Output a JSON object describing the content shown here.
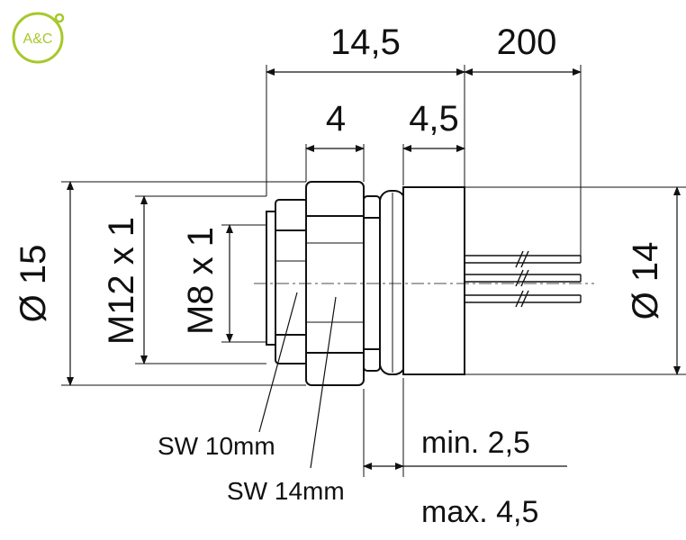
{
  "logo": {
    "text": "A&C",
    "color": "#a7c82c"
  },
  "dimensions": {
    "overall_length": "14,5",
    "cable_length": "200",
    "nut_width": "4",
    "housing_length": "4,5",
    "diameter_flange": "Ø 15",
    "thread_outer": "M12 x 1",
    "thread_inner": "M8 x 1",
    "diameter_housing": "Ø 14"
  },
  "labels": {
    "sw_small": "SW 10mm",
    "sw_large": "SW 14mm",
    "panel_min": "min. 2,5",
    "panel_max": "max. 4,5"
  }
}
